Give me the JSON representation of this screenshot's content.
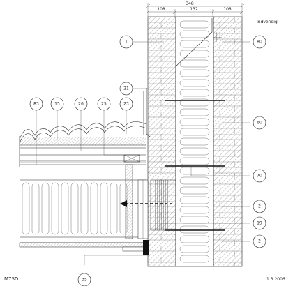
{
  "dimensions": {
    "overall": "348",
    "segments": [
      "108",
      "132",
      "108"
    ]
  },
  "interior_note": "Indvendig",
  "callouts": [
    {
      "id": "c1",
      "label": "1"
    },
    {
      "id": "c80",
      "label": "80"
    },
    {
      "id": "c21",
      "label": "21"
    },
    {
      "id": "c83",
      "label": "83"
    },
    {
      "id": "c15",
      "label": "15"
    },
    {
      "id": "c26",
      "label": "26"
    },
    {
      "id": "c25",
      "label": "25"
    },
    {
      "id": "c23",
      "label": "23"
    },
    {
      "id": "c60",
      "label": "60"
    },
    {
      "id": "c70",
      "label": "70"
    },
    {
      "id": "c2a",
      "label": "2"
    },
    {
      "id": "c19",
      "label": "19"
    },
    {
      "id": "c2b",
      "label": "2"
    },
    {
      "id": "c35",
      "label": "35"
    }
  ],
  "footer": {
    "code": "M7SD",
    "date": "1.3.2006"
  }
}
